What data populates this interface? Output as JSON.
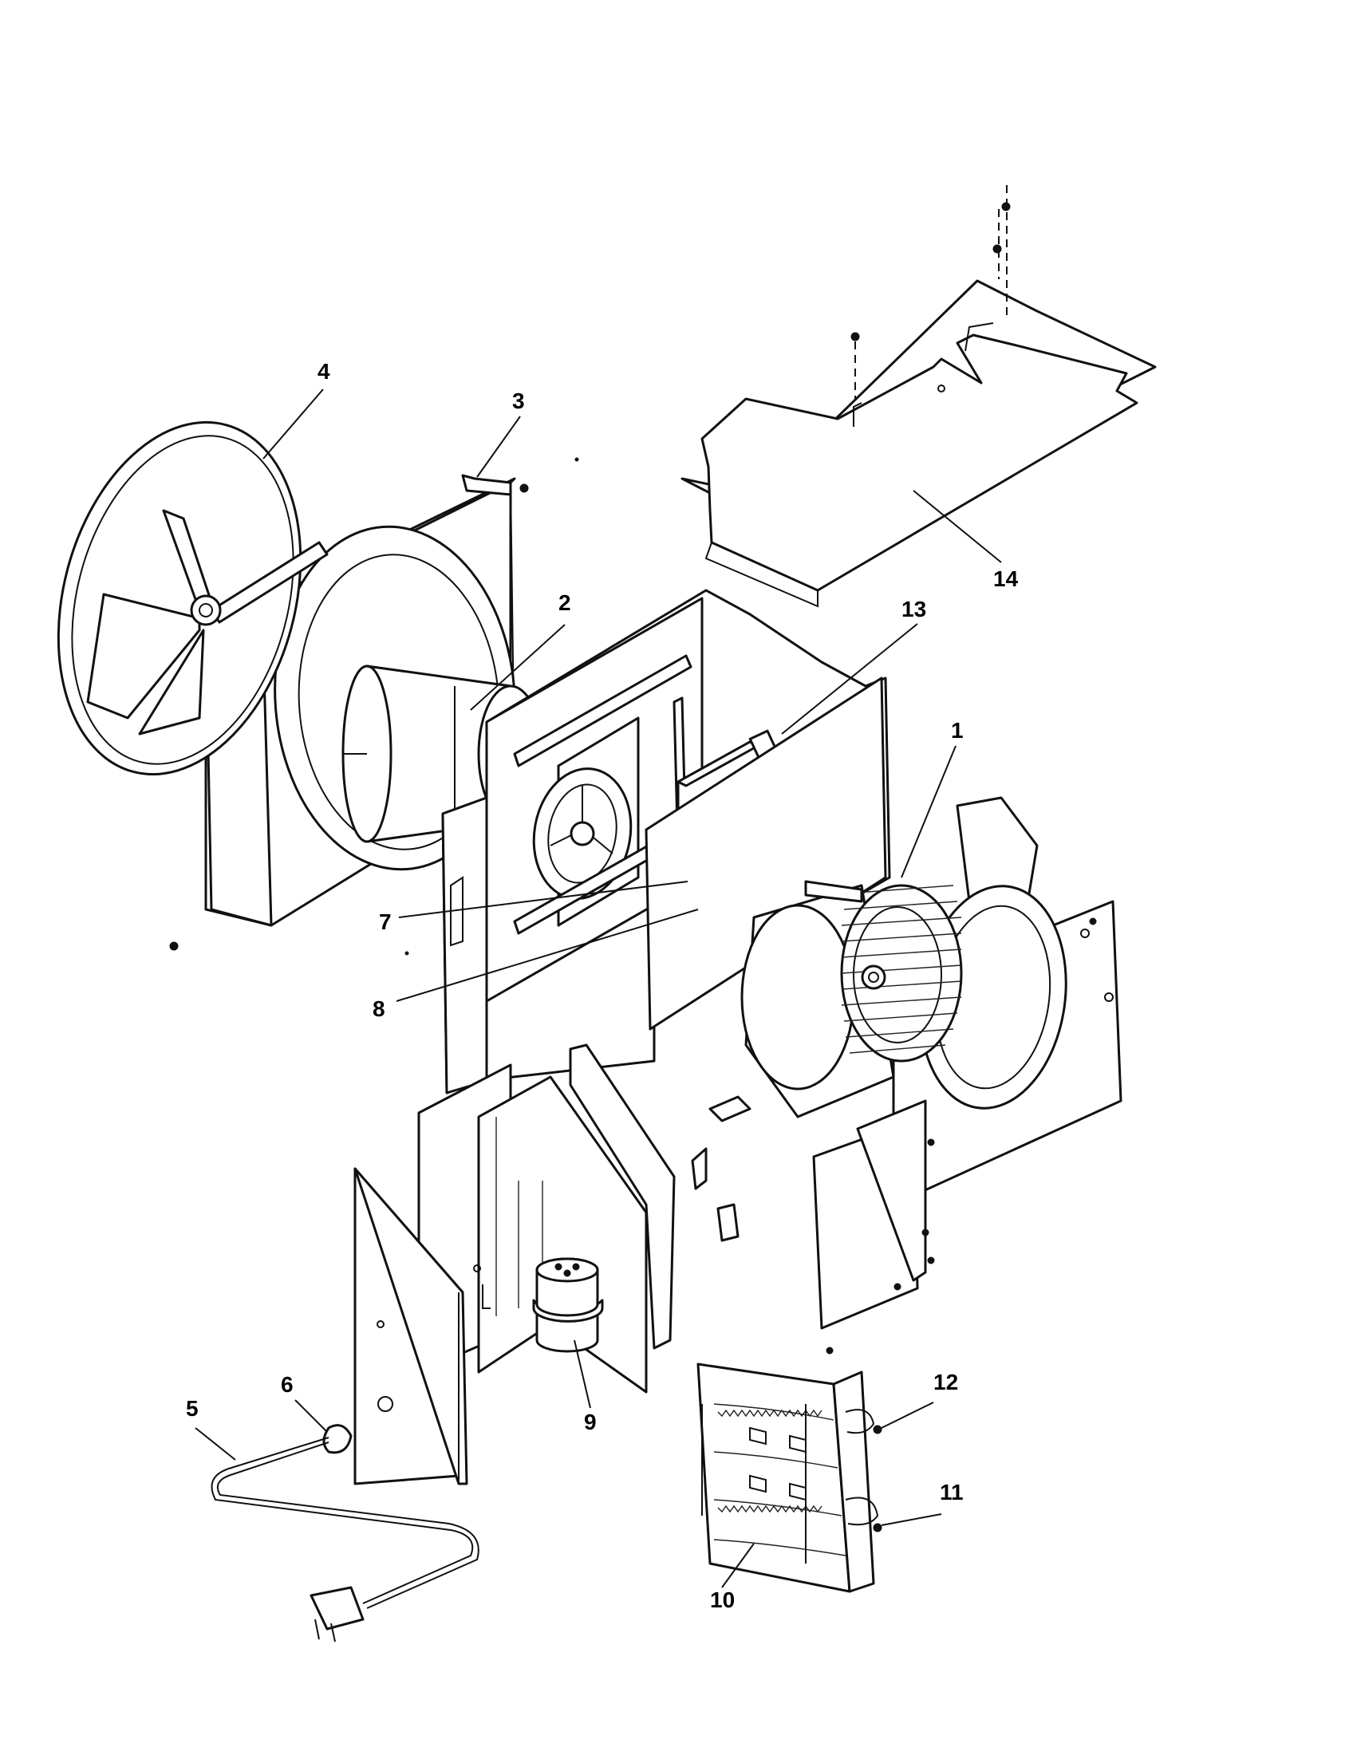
{
  "callouts": [
    {
      "id": "1",
      "label": "1"
    },
    {
      "id": "2",
      "label": "2"
    },
    {
      "id": "3",
      "label": "3"
    },
    {
      "id": "4",
      "label": "4"
    },
    {
      "id": "5",
      "label": "5"
    },
    {
      "id": "6",
      "label": "6"
    },
    {
      "id": "7",
      "label": "7"
    },
    {
      "id": "8",
      "label": "8"
    },
    {
      "id": "9",
      "label": "9"
    },
    {
      "id": "10",
      "label": "10"
    },
    {
      "id": "11",
      "label": "11"
    },
    {
      "id": "12",
      "label": "12"
    },
    {
      "id": "13",
      "label": "13"
    },
    {
      "id": "14",
      "label": "14"
    }
  ],
  "colors": {
    "line": "#111111",
    "background": "#ffffff"
  }
}
